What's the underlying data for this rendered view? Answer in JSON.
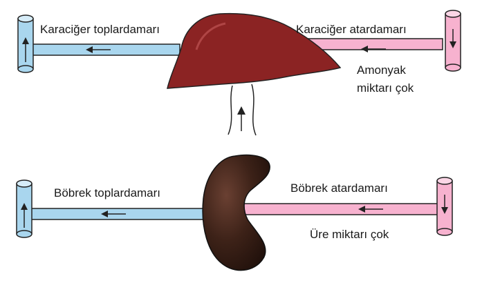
{
  "liver_section": {
    "vein_label": "Karaciğer toplardamarı",
    "artery_label": "Karaciğer atardamarı",
    "note_line1": "Amonyak",
    "note_line2": "miktarı çok"
  },
  "kidney_section": {
    "vein_label": "Böbrek toplardamarı",
    "artery_label": "Böbrek atardamarı",
    "note": "Üre miktarı çok"
  },
  "colors": {
    "vein": "#a9d6ee",
    "artery": "#f7b2cf",
    "liver": "#8b2323",
    "kidney": "#3a1f16",
    "outline": "#222222"
  }
}
